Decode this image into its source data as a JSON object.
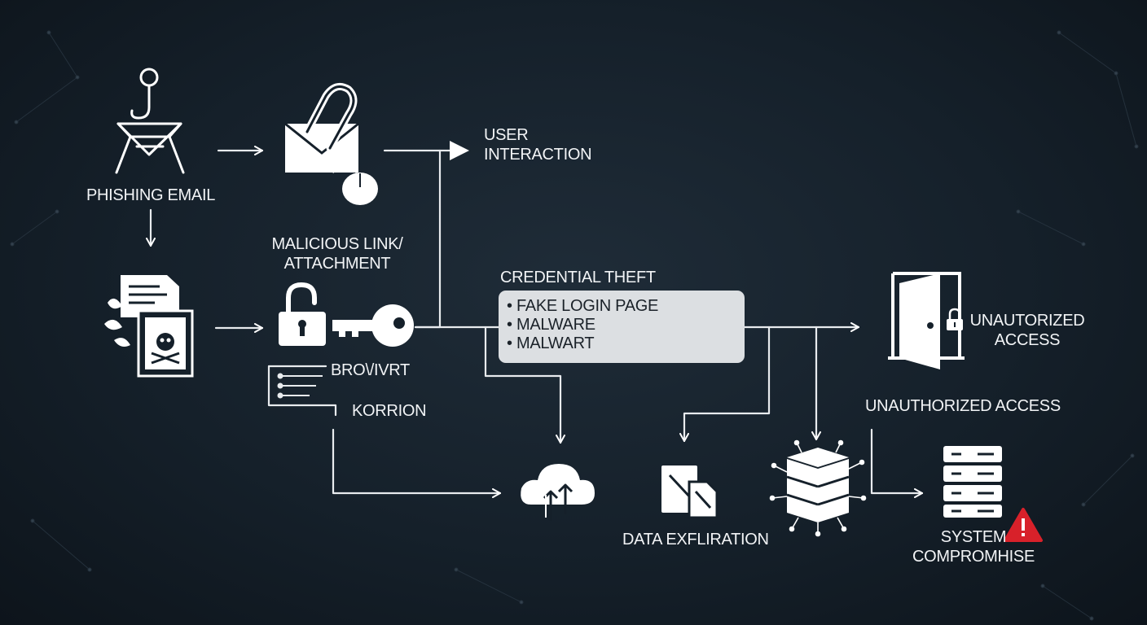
{
  "nodes": {
    "phishing_email": {
      "label": "PHISHING EMAIL"
    },
    "malicious_link": {
      "label_line1": "MALICIOUS LINK/",
      "label_line2": "ATTACHMENT"
    },
    "user_interaction": {
      "label_line1": "USER",
      "label_line2": "INTERACTION"
    },
    "credential_theft": {
      "label": "CREDENTIAL THEFT",
      "items": [
        "FAKE LOGIN PAGE",
        "MALWARE",
        "MALWART"
      ]
    },
    "branch_labels": {
      "upper": "BRO\\/IVRT",
      "lower": "KORRION"
    },
    "unauthorized_access_door": {
      "label_line1": "UNAUTORIZED",
      "label_line2": "ACCESS"
    },
    "unauthorized_access": {
      "label": "UNAUTHORIZED ACCESS"
    },
    "data_exfiltration": {
      "label": "DATA EXFLIRATION"
    },
    "system_compromise": {
      "label_line1": "SYSTEM",
      "label_line2": "COMPROMHISE"
    }
  },
  "icons": {
    "phishing": "fishhook-envelope-icon",
    "email_attachment": "envelope-paperclip-icon",
    "documents": "malicious-document-skull-icon",
    "lock_key": "unlocked-padlock-key-icon",
    "cloud": "cloud-upload-icon",
    "files": "file-copy-icon",
    "network": "network-cube-icon",
    "door": "open-door-lock-icon",
    "server": "server-rack-icon",
    "warning": "warning-triangle-icon"
  },
  "colors": {
    "background": "#15202a",
    "foreground": "#ffffff",
    "box_fill": "#dcdfe2",
    "alert": "#d8212a"
  }
}
